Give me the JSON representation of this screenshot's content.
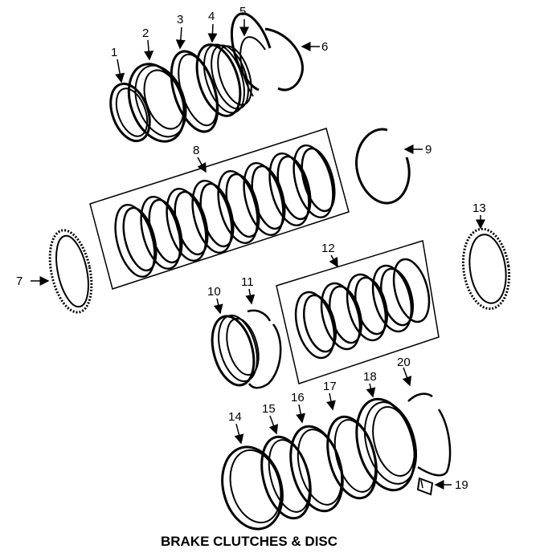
{
  "caption": "BRAKE CLUTCHES & DISC",
  "callouts": [
    {
      "id": "c1",
      "label": "1"
    },
    {
      "id": "c2",
      "label": "2"
    },
    {
      "id": "c3",
      "label": "3"
    },
    {
      "id": "c4",
      "label": "4"
    },
    {
      "id": "c5",
      "label": "5"
    },
    {
      "id": "c6",
      "label": "6"
    },
    {
      "id": "c7",
      "label": "7"
    },
    {
      "id": "c8",
      "label": "8"
    },
    {
      "id": "c9",
      "label": "9"
    },
    {
      "id": "c10",
      "label": "10"
    },
    {
      "id": "c11",
      "label": "11"
    },
    {
      "id": "c12",
      "label": "12"
    },
    {
      "id": "c13",
      "label": "13"
    },
    {
      "id": "c14",
      "label": "14"
    },
    {
      "id": "c15",
      "label": "15"
    },
    {
      "id": "c16",
      "label": "16"
    },
    {
      "id": "c17",
      "label": "17"
    },
    {
      "id": "c18",
      "label": "18"
    },
    {
      "id": "c19",
      "label": "19"
    },
    {
      "id": "c20",
      "label": "20"
    }
  ]
}
